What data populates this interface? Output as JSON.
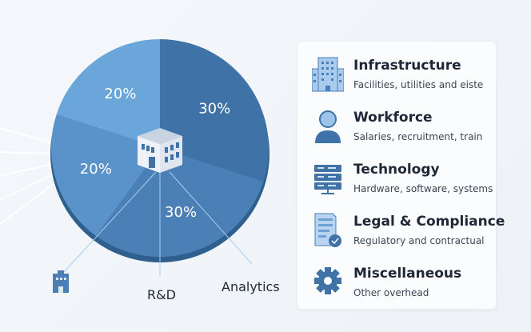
{
  "chart_data": {
    "type": "pie",
    "slices": [
      {
        "label": "30%",
        "value": 30,
        "color": "#3f72a6"
      },
      {
        "label": "30%",
        "value": 30,
        "color": "#4a80b6"
      },
      {
        "label": "20%",
        "value": 20,
        "color": "#5a93c9"
      },
      {
        "label": "20%",
        "value": 20,
        "color": "#6aa6da"
      }
    ],
    "center_icon": "building-icon",
    "outer_labels": [
      "R&D",
      "Analytics"
    ]
  },
  "legend": [
    {
      "title": "Infrastructure",
      "desc": "Facilities, utilities and eiste",
      "icon": "office-building-icon"
    },
    {
      "title": "Workforce",
      "desc": "Salaries, recruitment,  train",
      "icon": "person-icon"
    },
    {
      "title": "Technology",
      "desc": "Hardware, software, systems",
      "icon": "server-icon"
    },
    {
      "title": "Legal & Compliance",
      "desc": "Regulatory and contractual",
      "icon": "document-check-icon"
    },
    {
      "title": "Miscellaneous",
      "desc": "Other overhead",
      "icon": "gear-icon"
    }
  ]
}
